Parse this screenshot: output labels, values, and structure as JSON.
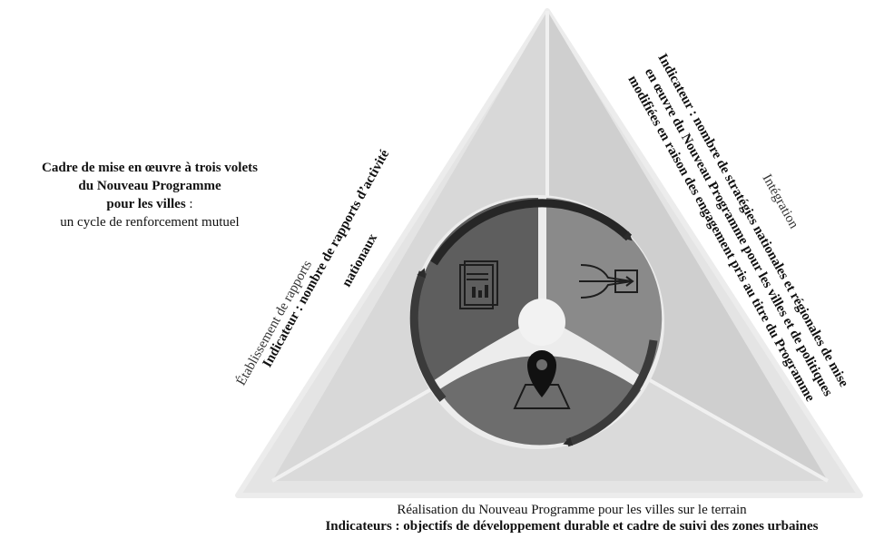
{
  "framework": {
    "title_bold_1": "Cadre de mise en œuvre à trois volets",
    "title_bold_2": "du Nouveau Programme",
    "title_bold_3": "pour les villes",
    "title_colon": " :",
    "title_sub": "un cycle de renforcement mutuel"
  },
  "left_side": {
    "label": "Établissement de rapports",
    "indicator_line1": "Indicateur : nombre de rapports d’activité",
    "indicator_line2": "nationaux"
  },
  "right_side": {
    "label": "Intégration",
    "indicator_line1": "Indicateur : nombre de stratégies nationales et régionales de mise",
    "indicator_line2": "en œuvre du Nouveau Programme pour les villes et de politiques",
    "indicator_line3": "modifiées en raison des engagement pris au titre du Programme"
  },
  "bottom_side": {
    "label": "Réalisation du Nouveau Programme pour les villes sur le terrain",
    "indicator": "Indicateurs : objectifs de développement durable et cadre de suivi des zones urbaines"
  },
  "icons": [
    "report-icon",
    "integration-arrows-icon",
    "map-pin-icon",
    "cycle-arrow-icon"
  ],
  "colors": {
    "triangle_outer": "#e3e3e3",
    "triangle_inner": "#d2d2d2",
    "segment_left": "#5e5e5e",
    "segment_right": "#8a8a8a",
    "segment_bottom": "#6e6e6e",
    "arrow": "#2b2b2b"
  }
}
